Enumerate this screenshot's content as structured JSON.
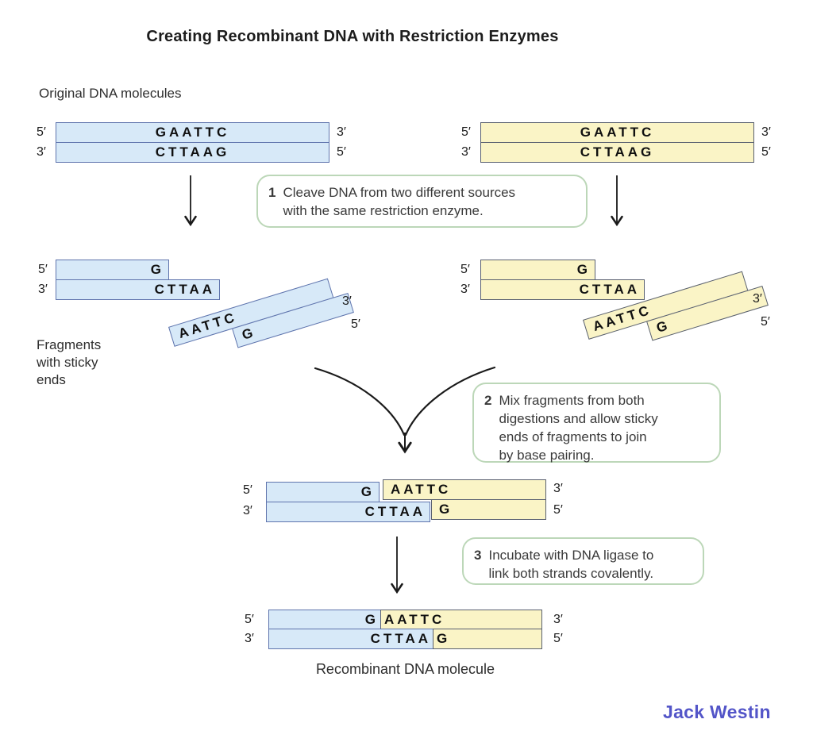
{
  "title": "Creating Recombinant DNA with Restriction Enzymes",
  "labels": {
    "original": "Original DNA molecules",
    "fragments_lines": [
      "Fragments",
      "with sticky",
      "ends"
    ],
    "recombinant": "Recombinant DNA molecule"
  },
  "primes": {
    "five": "5′",
    "three": "3′"
  },
  "steps": [
    {
      "num": "1",
      "lines": [
        "Cleave DNA from two different sources",
        "with the same restriction enzyme."
      ]
    },
    {
      "num": "2",
      "lines": [
        "Mix fragments from both",
        "digestions and allow sticky",
        "ends of fragments to join",
        "by base pairing."
      ]
    },
    {
      "num": "3",
      "lines": [
        "Incubate with DNA ligase to",
        "link both strands covalently."
      ]
    }
  ],
  "sequences": {
    "duplex_top": "GAATTC",
    "duplex_bottom": "CTTAAG",
    "frag_blunt_top": "G",
    "frag_blunt_bottom": "CTTAA",
    "frag_sticky_top": "AATTC",
    "frag_sticky_bottom": "G"
  },
  "colors": {
    "dna_source1_fill": "#d7e9f8",
    "dna_source1_border": "#5f74ad",
    "dna_source2_fill": "#faf4c6",
    "dna_source2_border": "#596070",
    "step_box_border": "#bcd7b8",
    "arrow": "#1a1a1a",
    "brand": "#5355c8"
  },
  "brand": "Jack Westin"
}
